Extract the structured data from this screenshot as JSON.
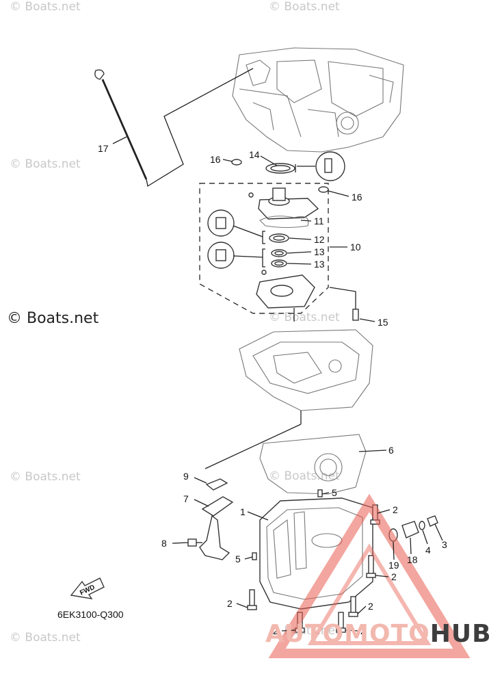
{
  "watermarks": [
    "© Boats.net",
    "© Boats.net",
    "© Boats.net",
    "© Boats.net",
    "© Boats.net",
    "© Boats.net",
    "© Boats.net",
    "© Boats.net"
  ],
  "watermark_main": "© Boats.net",
  "diagram_code": "6EK3100-Q300",
  "fwd_label": "FWD",
  "logo": {
    "part1": "AUTOMOTO",
    "part2": "HUB",
    "color1": "#f2b8ae",
    "color2": "#3d3d3d",
    "triangle_color": "#e85d50"
  },
  "callouts": [
    "17",
    "16",
    "14",
    "16",
    "11",
    "12",
    "13",
    "13",
    "10",
    "15",
    "6",
    "9",
    "5",
    "7",
    "2",
    "1",
    "4",
    "3",
    "8",
    "5",
    "19",
    "18",
    "2",
    "2",
    "2",
    "2",
    "2"
  ]
}
